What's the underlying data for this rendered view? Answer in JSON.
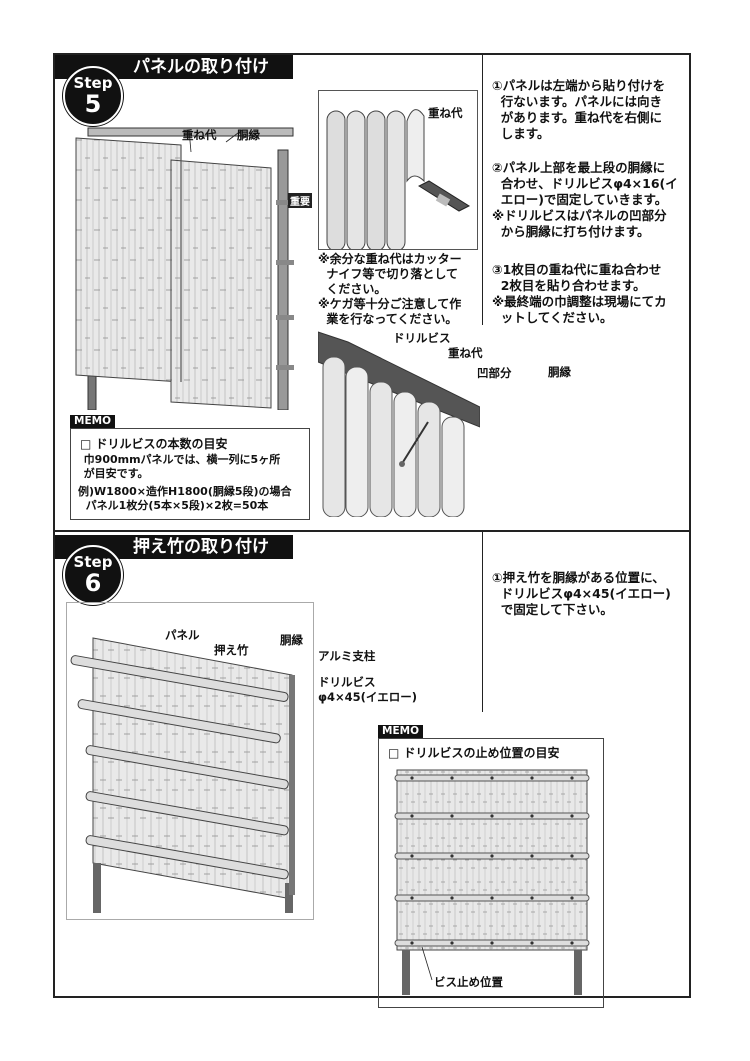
{
  "step5": {
    "badge_word": "Step",
    "badge_number": "5",
    "title": "パネルの取り付け",
    "instructions": [
      "①パネルは左端から貼り付けを\n  行ないます。パネルには向き\n  があります。重ね代を右側に\n  します。",
      "②パネル上部を最上段の胴縁に\n  合わせ、ドリルビスφ4×16(イ\n  エロー)で固定していきます。\n※ドリルビスはパネルの凹部分\n  から胴縁に打ち付けます。",
      "③1枚目の重ね代に重ね合わせ\n  2枚目を貼り合わせます。\n※最終端の巾調整は現場にてカ\n  ットしてください。"
    ],
    "fig1": {
      "label_overlap": "重ね代",
      "label_rail": "胴縁",
      "label_tag": "重要"
    },
    "fig2": {
      "label_overlap": "重ね代",
      "notes": "※余分な重ね代はカッター\n  ナイフ等で切り落として\n  ください。\n※ケガ等十分ご注意して作\n  業を行なってください。"
    },
    "fig3": {
      "label_screw": "ドリルビス",
      "label_overlap": "重ね代",
      "label_recess": "凹部分",
      "label_rail": "胴縁"
    },
    "memo": {
      "tag": "MEMO",
      "heading": "□ ドリルビスの本数の目安",
      "line1": "  巾900mmパネルでは、横一列に5ヶ所\n  が目安です。",
      "line2": "例)W1800×造作H1800(胴縁5段)の場合\n  パネル1枚分(5本×5段)×2枚=50本"
    }
  },
  "step6": {
    "badge_word": "Step",
    "badge_number": "6",
    "title": "押え竹の取り付け",
    "instruction": "①押え竹を胴縁がある位置に、\n  ドリルビスφ4×45(イエロー)\n  で固定して下さい。",
    "fig": {
      "label_panel": "パネル",
      "label_bamboo": "押え竹",
      "label_rail": "胴縁",
      "label_post": "アルミ支柱",
      "label_screw": "ドリルビス",
      "label_screw_size": "φ4×45(イエロー)"
    },
    "memo": {
      "tag": "MEMO",
      "heading": "□ ドリルビスの止め位置の目安",
      "label_positions": "ビス止め位置"
    }
  }
}
